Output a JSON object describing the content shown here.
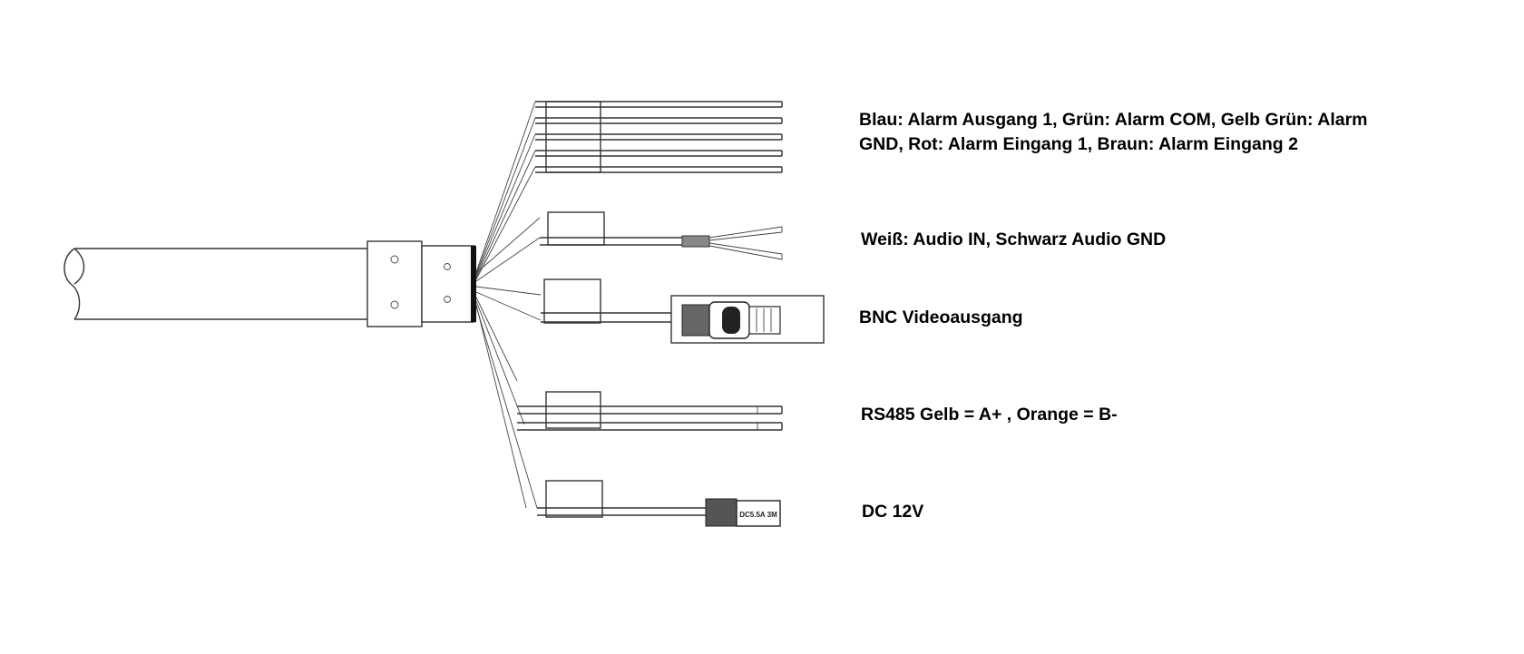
{
  "labels": {
    "alarm_line1": "Blau: Alarm Ausgang 1, Grün: Alarm COM, Gelb Grün: Alarm",
    "alarm_line2": "GND, Rot: Alarm Eingang 1, Braun: Alarm Eingang 2",
    "audio": "Weiß: Audio IN, Schwarz Audio GND",
    "bnc": "BNC Videoausgang",
    "rs485": "RS485 Gelb = A+ , Orange = B-",
    "dc": "DC 12V"
  },
  "dc_plug_print": "DC5.5A 3M"
}
